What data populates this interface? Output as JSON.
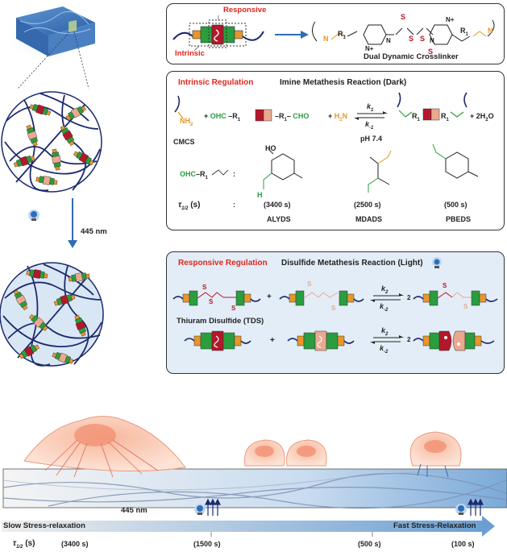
{
  "top_panel": {
    "responsive_label": "Responsive",
    "intrinsic_label": "Intrinsic",
    "crosslinker_label": "Dual Dynamic Crosslinker",
    "r1": "R",
    "r1_sub": "1"
  },
  "intrinsic_panel": {
    "title_red": "Intrinsic Regulation",
    "title": "Imine Metathesis Reaction (Dark)",
    "nh2": "NH",
    "nh2_sub": "2",
    "ohc": "OHC",
    "cho": "CHO",
    "h2n": "H",
    "h2n_tail": "N",
    "k1": "k",
    "k1_sub": "1",
    "km1": "k",
    "km1_sub": "-1",
    "ph": "pH  7.4",
    "plus_water": "+ 2H",
    "water_tail": "O",
    "cmcs": "CMCS",
    "ohc_r1": "OHC",
    "tau": "τ",
    "tau_sub": "1/2",
    "tau_unit": "(s)",
    "colon": ":",
    "items": [
      {
        "time": "(3400 s)",
        "name": "ALYDS",
        "ho": "HO",
        "h": "H"
      },
      {
        "time": "(2500 s)",
        "name": "MDADS"
      },
      {
        "time": "(500 s)",
        "name": "PBEDS"
      }
    ]
  },
  "responsive_panel": {
    "title_red": "Responsive Regulation",
    "title": "Disulfide Metathesis Reaction (Light)",
    "k2": "k",
    "k2_sub": "2",
    "km2": "k",
    "km2_sub": "-2",
    "coef": "2",
    "tds_label": "Thiuram Disulfide (TDS)",
    "plus": "+"
  },
  "middle": {
    "light_label": "445 nm"
  },
  "bottom": {
    "light_label": "445 nm",
    "slow": "Slow Stress-relaxation",
    "fast": "Fast Stress-Relaxation",
    "tau": "τ",
    "tau_sub": "1/2",
    "tau_unit": "(s)",
    "ticks": [
      "(3400 s)",
      "(1500 s)",
      "(500 s)",
      "(100 s)"
    ]
  },
  "colors": {
    "navy": "#1d2a6e",
    "red": "#e0261c",
    "green": "#2a9d3e",
    "orange": "#e7962a",
    "crimson": "#b5172a",
    "salmon": "#e9a98f",
    "light_blue": "#e3edf7",
    "bar_blue": "#8fb6dd"
  }
}
